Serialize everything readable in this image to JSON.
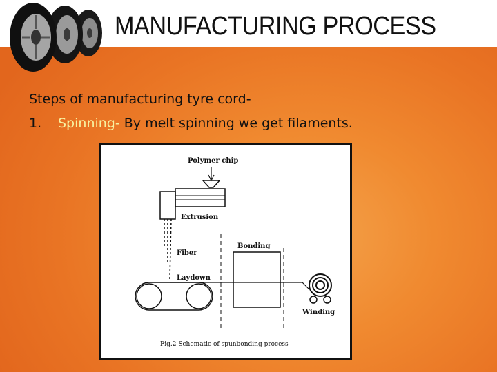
{
  "slide": {
    "title": "MANUFACTURING PROCESS",
    "intro": "Steps of manufacturing tyre cord-",
    "steps": [
      {
        "number": "1.",
        "term": "Spinning-",
        "text": " By melt spinning we get filaments."
      }
    ]
  },
  "colors": {
    "background_accent": "#e97424",
    "highlight_text": "#f7f2a0"
  },
  "figure": {
    "labels": {
      "polymer_chip": "Polymer chip",
      "extrusion": "Extrusion",
      "fiber": "Fiber",
      "bonding": "Bonding",
      "laydown": "Laydown",
      "winding": "Winding"
    },
    "caption": "Fig.2  Schematic of spunbonding process"
  },
  "icons": [
    "tyre-icon"
  ]
}
